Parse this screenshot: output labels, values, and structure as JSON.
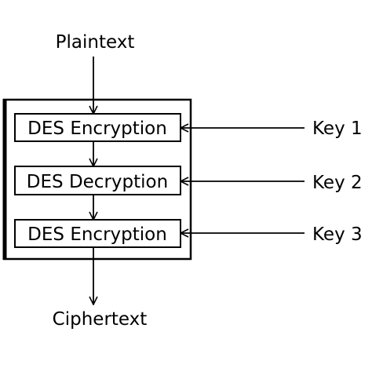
{
  "input": {
    "label": "Plaintext"
  },
  "output": {
    "label": "Ciphertext"
  },
  "stages": [
    {
      "label": "DES Encryption",
      "key": "Key 1"
    },
    {
      "label": "DES Decryption",
      "key": "Key 2"
    },
    {
      "label": "DES Encryption",
      "key": "Key 3"
    }
  ],
  "colors": {
    "stroke": "#000000",
    "background": "#ffffff"
  }
}
